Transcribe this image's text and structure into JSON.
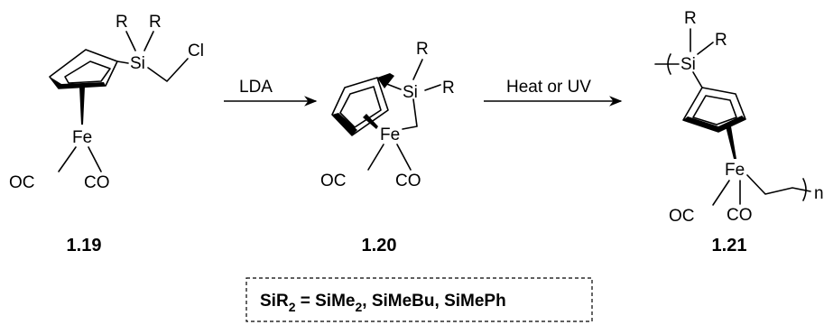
{
  "compounds": [
    {
      "label": "1.19"
    },
    {
      "label": "1.20"
    },
    {
      "label": "1.21"
    }
  ],
  "atoms": {
    "R": "R",
    "Si": "Si",
    "Cl": "Cl",
    "Fe": "Fe",
    "OC": "OC",
    "CO": "CO",
    "n": "n"
  },
  "arrows": [
    {
      "reagent": "LDA"
    },
    {
      "reagent": "Heat or UV"
    }
  ],
  "note": {
    "prefix": "SiR",
    "sub1": "2",
    "middle": " = SiMe",
    "sub2": "2",
    "suffix": ", SiMeBu, SiMePh"
  }
}
